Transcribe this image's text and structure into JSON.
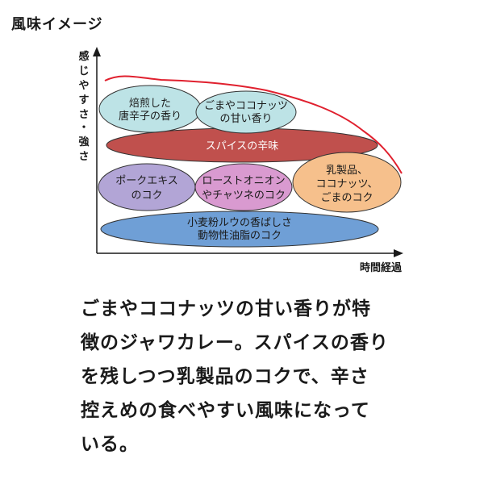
{
  "heading": "風味イメージ",
  "axes": {
    "y_label": [
      "感",
      "じ",
      "や",
      "す",
      "さ",
      "・",
      "強",
      "さ"
    ],
    "x_label": "時間経過"
  },
  "ellipses": {
    "roasted": [
      "焙煎した",
      "唐辛子の香り"
    ],
    "sesame": [
      "ごまやココナッツ",
      "の甘い香り"
    ],
    "spice": [
      "スパイスの辛味"
    ],
    "pork": [
      "ポークエキス",
      "のコク"
    ],
    "roast_onion": [
      "ローストオニオン",
      "やチャツネのコク"
    ],
    "dairy": [
      "乳製品、",
      "ココナッツ、",
      "ごまのコク"
    ],
    "flour": [
      "小麦粉ルウの香ばしさ",
      "動物性油脂のコク"
    ]
  },
  "colors": {
    "roasted": "#bde3e6",
    "sesame": "#bde3e6",
    "spice": "#c0504d",
    "pork": "#b2a5d6",
    "roast_onion": "#d99ad0",
    "dairy": "#f6c08c",
    "flour": "#6f9fd6",
    "curve": "#e0202e"
  },
  "description": [
    "ごまやココナッツの甘い香りが特",
    "徴のジャワカレー。スパイスの香り",
    "を残しつつ乳製品のコクで、辛さ",
    "控えめの食べやすい風味になって",
    "いる。"
  ]
}
